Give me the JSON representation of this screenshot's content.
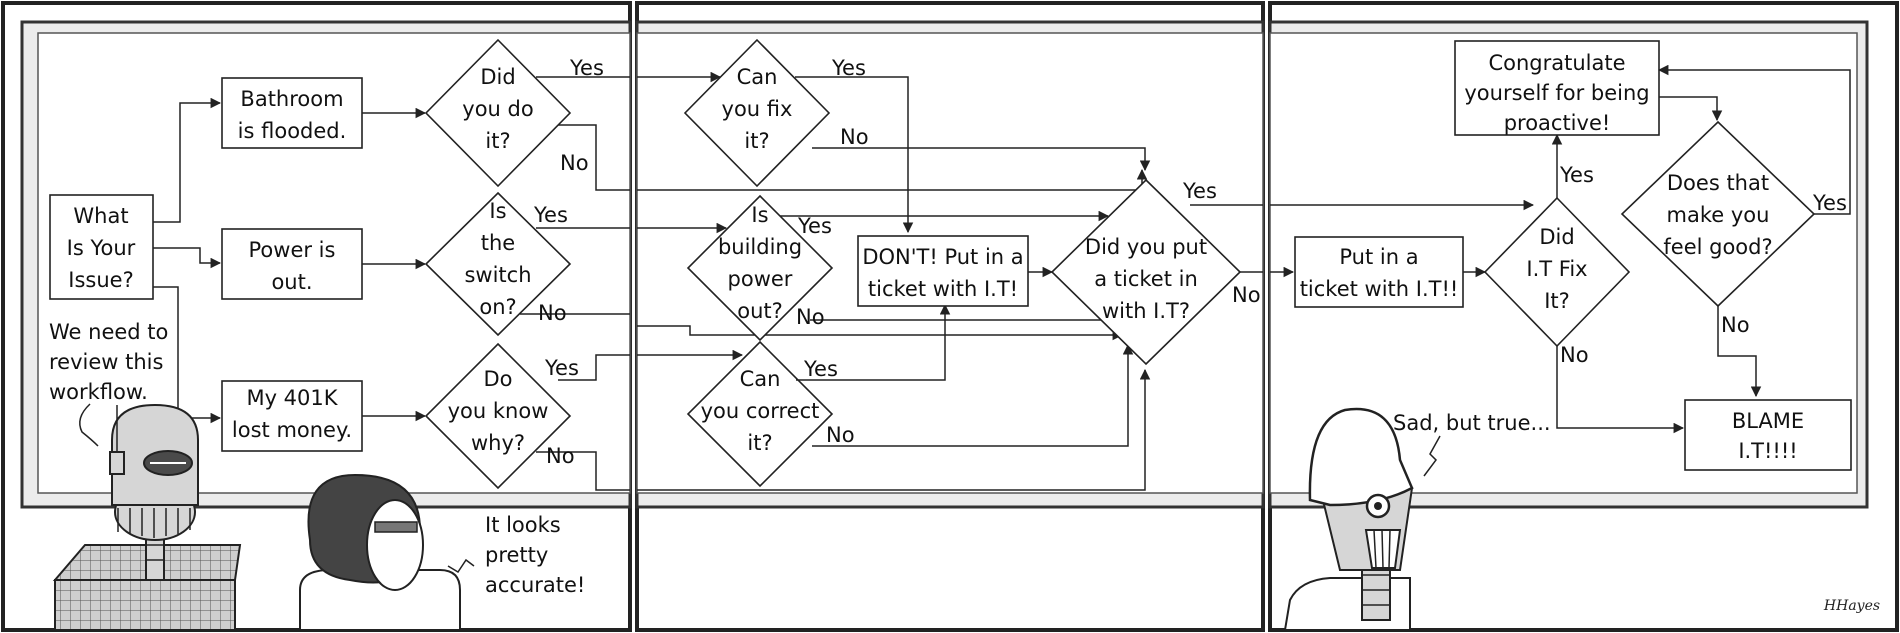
{
  "panel1": {
    "issue": [
      "What",
      "Is Your",
      "Issue?"
    ],
    "bathroom": [
      "Bathroom",
      "is flooded."
    ],
    "power": [
      "Power is",
      "out."
    ],
    "money": [
      "My 401K",
      "lost money."
    ],
    "q_did_you_do_it": [
      "Did",
      "you do",
      "it?"
    ],
    "q_switch": [
      "Is",
      "the",
      "switch",
      "on?"
    ],
    "q_know_why": [
      "Do",
      "you know",
      "why?"
    ],
    "yes": "Yes",
    "no": "No",
    "speech_review": [
      "We need to",
      "review this",
      "workflow."
    ],
    "speech_accurate": [
      "It looks",
      "pretty",
      "accurate!"
    ]
  },
  "panel2": {
    "q_can_fix": [
      "Can",
      "you fix",
      "it?"
    ],
    "q_building": [
      "Is",
      "building",
      "power",
      "out?"
    ],
    "q_correct": [
      "Can",
      "you correct",
      "it?"
    ],
    "dont": [
      "DON'T! Put in a",
      "ticket with I.T!"
    ],
    "q_ticket": [
      "Did you put",
      "a ticket in",
      "with I.T?"
    ],
    "yes": "Yes",
    "no": "No"
  },
  "panel3": {
    "put_in": [
      "Put in a",
      "ticket with I.T!!"
    ],
    "q_it_fix": [
      "Did",
      "I.T Fix",
      "It?"
    ],
    "congrats": [
      "Congratulate",
      "yourself for being",
      "proactive!"
    ],
    "q_feel_good": [
      "Does that",
      "make you",
      "feel good?"
    ],
    "blame": [
      "BLAME",
      "I.T!!!!"
    ],
    "speech_sad": "Sad, but true...",
    "yes": "Yes",
    "no": "No"
  },
  "signature": "HHayes",
  "colors": {
    "ink": "#222222",
    "board": "#ececec",
    "paper": "#ffffff",
    "robot_metal": "#d6d6d6",
    "dark": "#4a4a4a"
  }
}
